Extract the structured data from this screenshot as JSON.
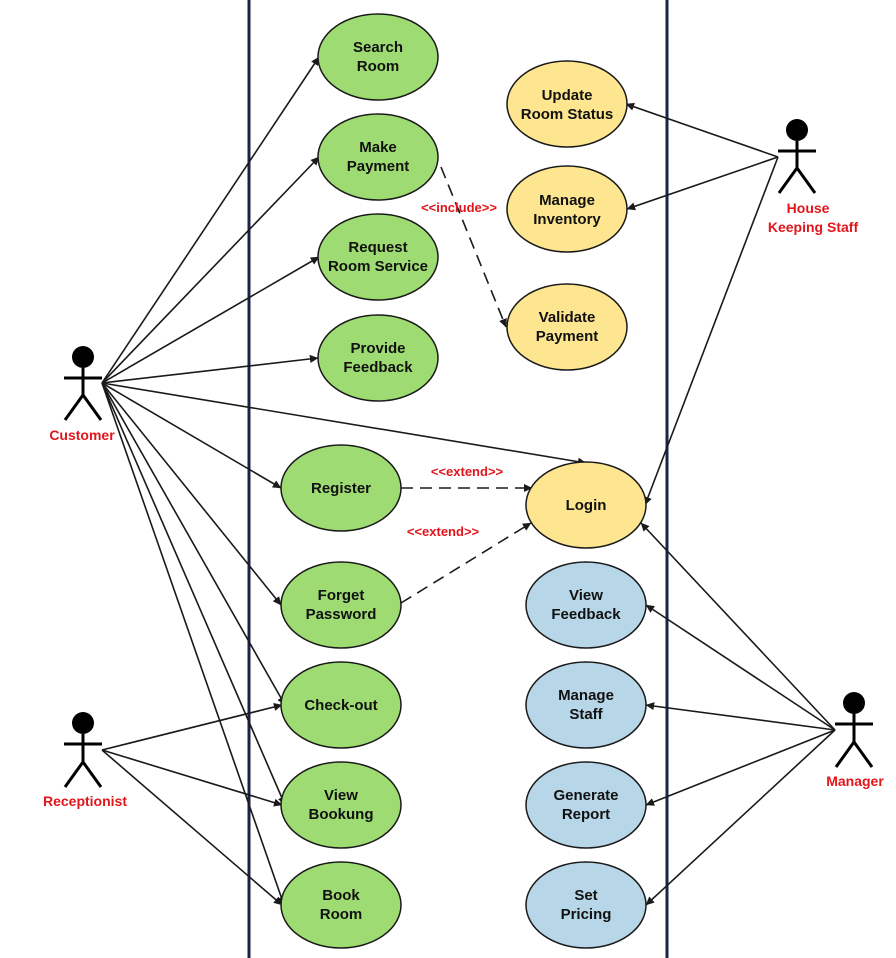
{
  "colors": {
    "customer_usecase": "#9edc73",
    "staff_usecase": "#fde68f",
    "manager_usecase": "#b7d7e8",
    "actor_label": "#e0161c",
    "relation_label": "#e0161c",
    "line": "#1a1a1a",
    "boundary": "#1b2447"
  },
  "actors": {
    "customer": "Customer",
    "receptionist": "Receptionist",
    "housekeeping": [
      "House",
      "Keeping Staff"
    ],
    "manager": "Manager"
  },
  "use_cases": {
    "search_room": [
      "Search",
      "Room"
    ],
    "make_payment": [
      "Make",
      "Payment"
    ],
    "request_room_service": [
      "Request",
      "Room Service"
    ],
    "provide_feedback": [
      "Provide",
      "Feedback"
    ],
    "register": [
      "Register"
    ],
    "forget_password": [
      "Forget",
      "Password"
    ],
    "check_out": [
      "Check-out"
    ],
    "view_booking": [
      "View",
      "Bookung"
    ],
    "book_room": [
      "Book",
      "Room"
    ],
    "update_room_status": [
      "Update",
      "Room Status"
    ],
    "manage_inventory": [
      "Manage",
      "Inventory"
    ],
    "validate_payment": [
      "Validate",
      "Payment"
    ],
    "login": [
      "Login"
    ],
    "view_feedback": [
      "View",
      "Feedback"
    ],
    "manage_staff": [
      "Manage",
      "Staff"
    ],
    "generate_report": [
      "Generate",
      "Report"
    ],
    "set_pricing": [
      "Set",
      "Pricing"
    ]
  },
  "relations": {
    "include": "<<include>>",
    "extend_register": "<<extend>>",
    "extend_forget": "<<extend>>"
  }
}
